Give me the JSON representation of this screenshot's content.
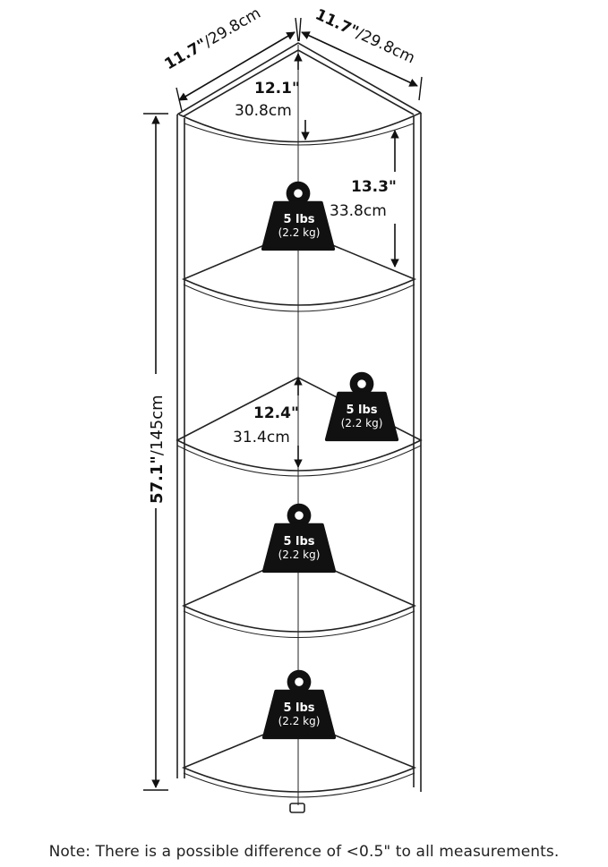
{
  "dimensions": {
    "top_left": {
      "inch": "11.7\"",
      "cm": "/29.8cm"
    },
    "top_right": {
      "inch": "11.7\"",
      "cm": "/29.8cm"
    },
    "top_shelf_depth": {
      "inch": "12.1\"",
      "cm": "30.8cm"
    },
    "shelf_spacing": {
      "inch": "13.3\"",
      "cm": "33.8cm"
    },
    "middle_shelf_depth": {
      "inch": "12.4\"",
      "cm": "31.4cm"
    },
    "total_height": {
      "inch": "57.1\"",
      "cm": "/145cm"
    }
  },
  "weight_labels": [
    {
      "lbs": "5 lbs",
      "kg": "(2.2 kg)"
    },
    {
      "lbs": "5 lbs",
      "kg": "(2.2 kg)"
    },
    {
      "lbs": "5 lbs",
      "kg": "(2.2 kg)"
    },
    {
      "lbs": "5 lbs",
      "kg": "(2.2 kg)"
    }
  ],
  "note": "Note: There is a possible difference of <0.5\" to all measurements."
}
